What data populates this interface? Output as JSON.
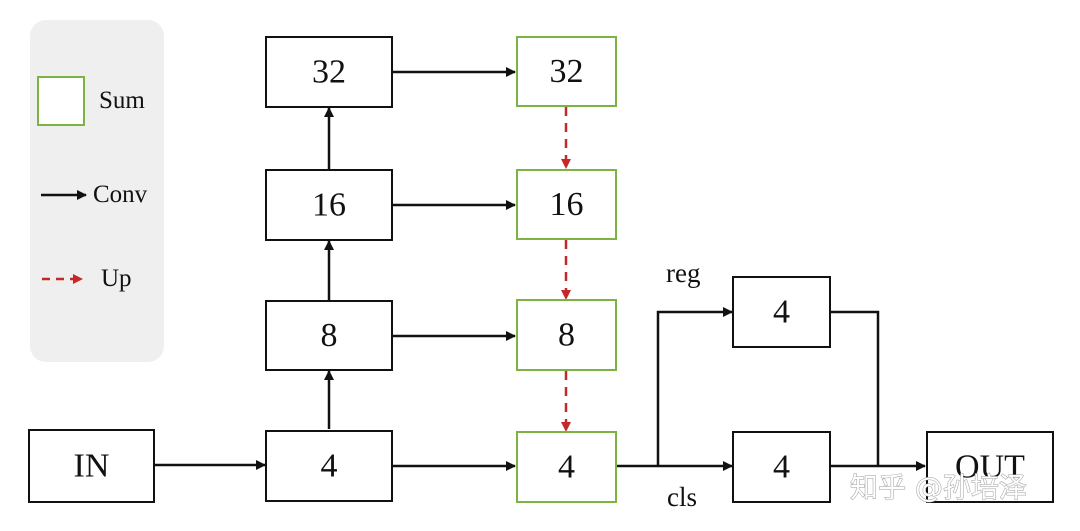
{
  "legend": {
    "sum_label": "Sum",
    "conv_label": "Conv",
    "up_label": "Up",
    "sum_color": "#7cb342",
    "up_color": "#c62828"
  },
  "nodes": {
    "in": "IN",
    "out": "OUT",
    "backbone": [
      "4",
      "8",
      "16",
      "32"
    ],
    "fpn": [
      "4",
      "8",
      "16",
      "32"
    ],
    "reg_head": "4",
    "cls_head": "4"
  },
  "labels": {
    "reg": "reg",
    "cls": "cls"
  },
  "watermark": "知乎 @孙培泽"
}
